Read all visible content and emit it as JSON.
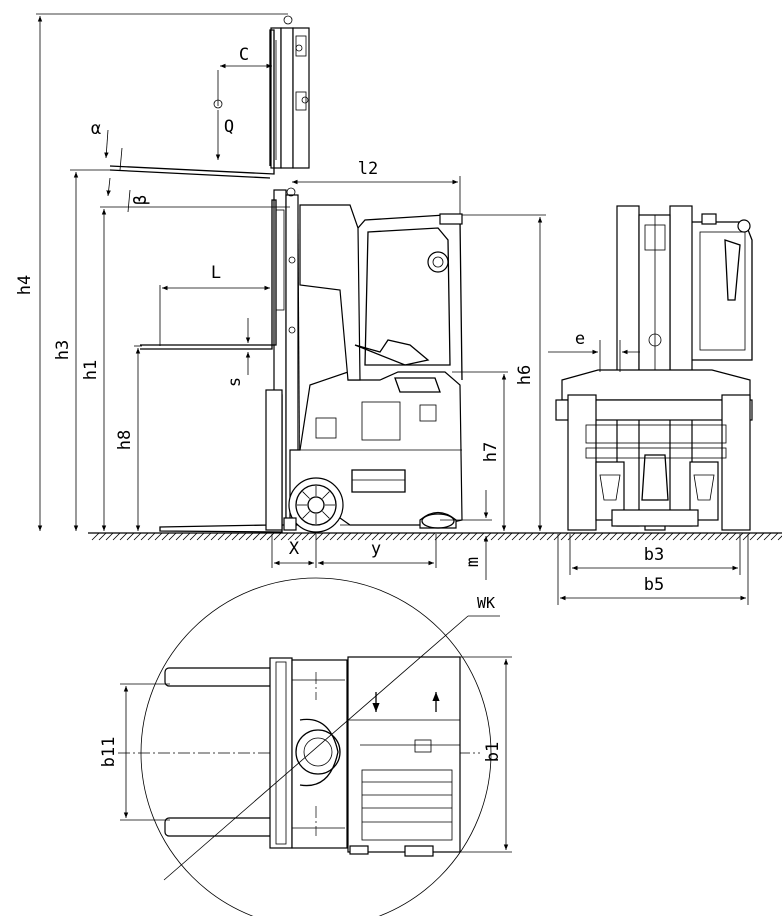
{
  "labels": {
    "h4": "h4",
    "h3": "h3",
    "h1": "h1",
    "h8": "h8",
    "h6": "h6",
    "h7": "h7",
    "m": "m",
    "c": "C",
    "q": "Q",
    "alpha": "α",
    "beta": "β",
    "l2": "l2",
    "l": "L",
    "s": "s",
    "x": "X",
    "y": "y",
    "e": "e",
    "b3": "b3",
    "b5": "b5",
    "wk": "WK",
    "b11": "b11",
    "b1": "b1"
  }
}
